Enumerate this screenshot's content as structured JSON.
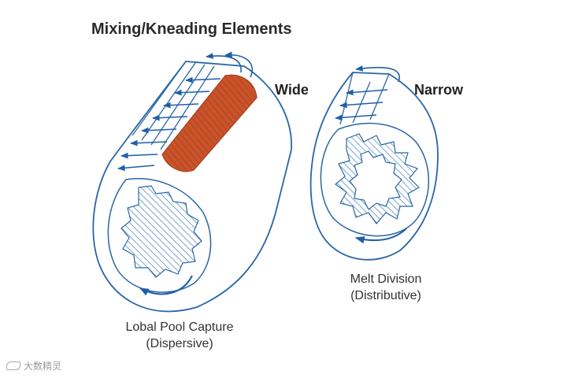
{
  "title": "Mixing/Kneading Elements",
  "labels": {
    "wide": "Wide",
    "narrow": "Narrow"
  },
  "captions": {
    "left_line1": "Lobal Pool Capture",
    "left_line2": "(Dispersive)",
    "right_line1": "Melt Division",
    "right_line2": "(Distributive)"
  },
  "watermark": {
    "text": "大数精灵"
  },
  "colors": {
    "outline": "#2a66a6",
    "arrow": "#1f5fa8",
    "hatch": "#3f78b4",
    "wide_flight": "#c9532a",
    "text": "#2a2a2a"
  }
}
